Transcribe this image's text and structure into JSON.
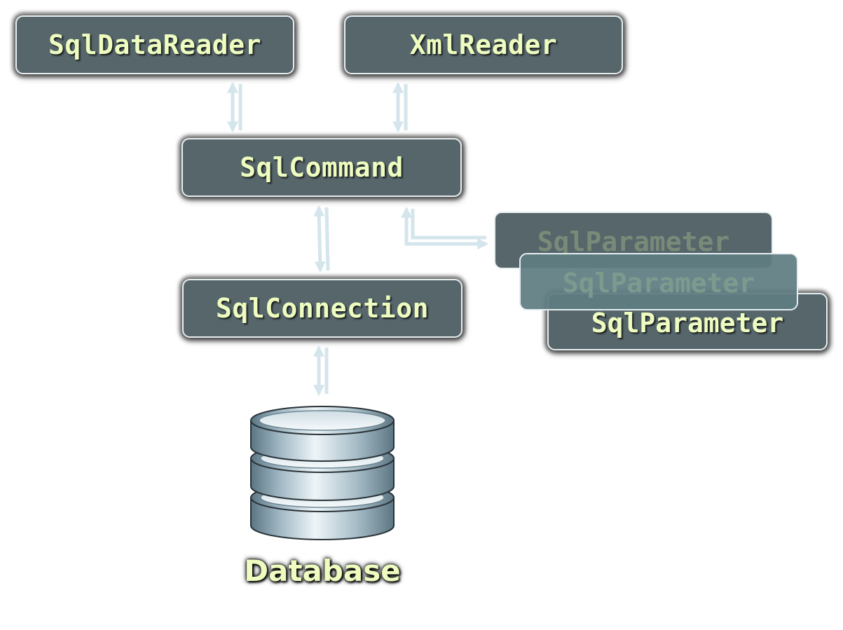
{
  "nodes": {
    "sql_data_reader": "SqlDataReader",
    "xml_reader": "XmlReader",
    "sql_command": "SqlCommand",
    "sql_connection": "SqlConnection",
    "sql_parameters": [
      "SqlParameter",
      "SqlParameter",
      "SqlParameter"
    ],
    "database": "Database"
  },
  "colors": {
    "box_fill": "#56666b",
    "box_border": "#e6eef0",
    "label_text": "#eefcc0",
    "arrow": "#d4e6ec"
  }
}
